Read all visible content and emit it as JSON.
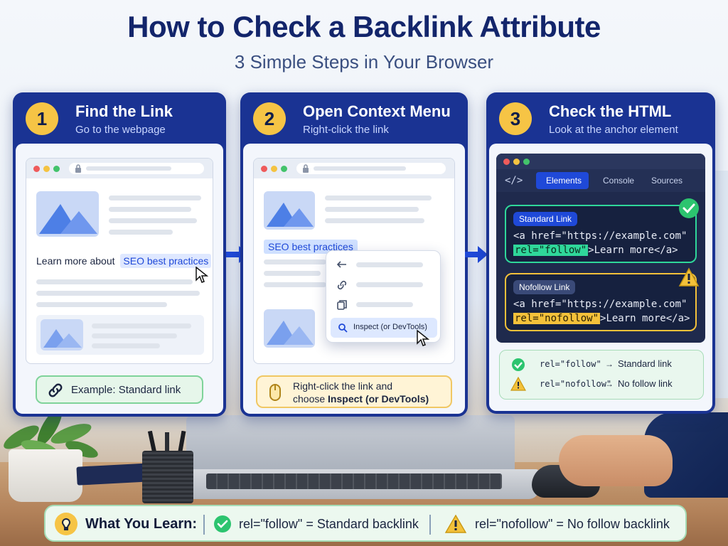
{
  "header": {
    "title": "How to Check a Backlink Attribute",
    "subtitle": "3 Simple Steps in Your Browser"
  },
  "steps": [
    {
      "number": "1",
      "title": "Find the Link",
      "subtitle": "Go to the webpage",
      "content_prefix": "Learn more about",
      "link_text": "SEO best practices",
      "example_label": "Example: Standard link"
    },
    {
      "number": "2",
      "title": "Open Context Menu",
      "subtitle": "Right-click the link",
      "link_text": "SEO best practices",
      "menu_item_inspect": "Inspect (or DevTools)",
      "hint_line1": "Right-click the link and",
      "hint_line2_prefix": "choose ",
      "hint_line2_bold": "Inspect (or DevTools)"
    },
    {
      "number": "3",
      "title": "Check the HTML",
      "subtitle": "Look at the anchor element",
      "devtools_tabs": [
        "Elements",
        "Console",
        "Sources"
      ],
      "devtools_code_icon": "</>",
      "standard": {
        "tag": "Standard Link",
        "line1": "<a href=\"https://example.com\"",
        "rel": "rel=\"follow\"",
        "rest": ">Learn more</a>"
      },
      "nofollow": {
        "tag": "Nofollow Link",
        "line1": "<a href=\"https://example.com\"",
        "rel": "rel=\"nofollow\"",
        "rest": ">Learn more</a>"
      },
      "summary": [
        {
          "code": "rel=\"follow\"",
          "arrow": "→",
          "desc": "Standard link",
          "icon": "check-icon"
        },
        {
          "code": "rel=\"nofollow\"",
          "arrow": "→",
          "desc": "No follow link",
          "icon": "warning-icon"
        }
      ]
    }
  ],
  "learn": {
    "label": "What You Learn:",
    "item1": "rel=\"follow\" = Standard backlink",
    "item2": "rel=\"nofollow\" = No follow backlink"
  },
  "colors": {
    "card": "#1a3393",
    "badge": "#f6c445",
    "link": "#1f49d8",
    "follow": "#2fd79a",
    "nofollow": "#f3c13a"
  }
}
